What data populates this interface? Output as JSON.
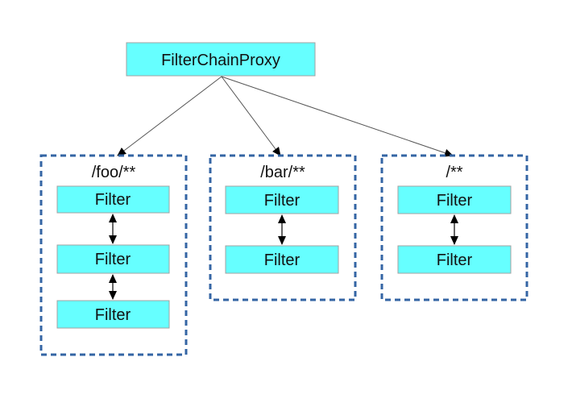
{
  "proxy": {
    "label": "FilterChainProxy"
  },
  "groups": [
    {
      "pattern": "/foo/**",
      "filters": [
        "Filter",
        "Filter",
        "Filter"
      ]
    },
    {
      "pattern": "/bar/**",
      "filters": [
        "Filter",
        "Filter"
      ]
    },
    {
      "pattern": "/**",
      "filters": [
        "Filter",
        "Filter"
      ]
    }
  ],
  "colors": {
    "filter_fill": "#66ffff",
    "group_border": "#3465a4"
  }
}
